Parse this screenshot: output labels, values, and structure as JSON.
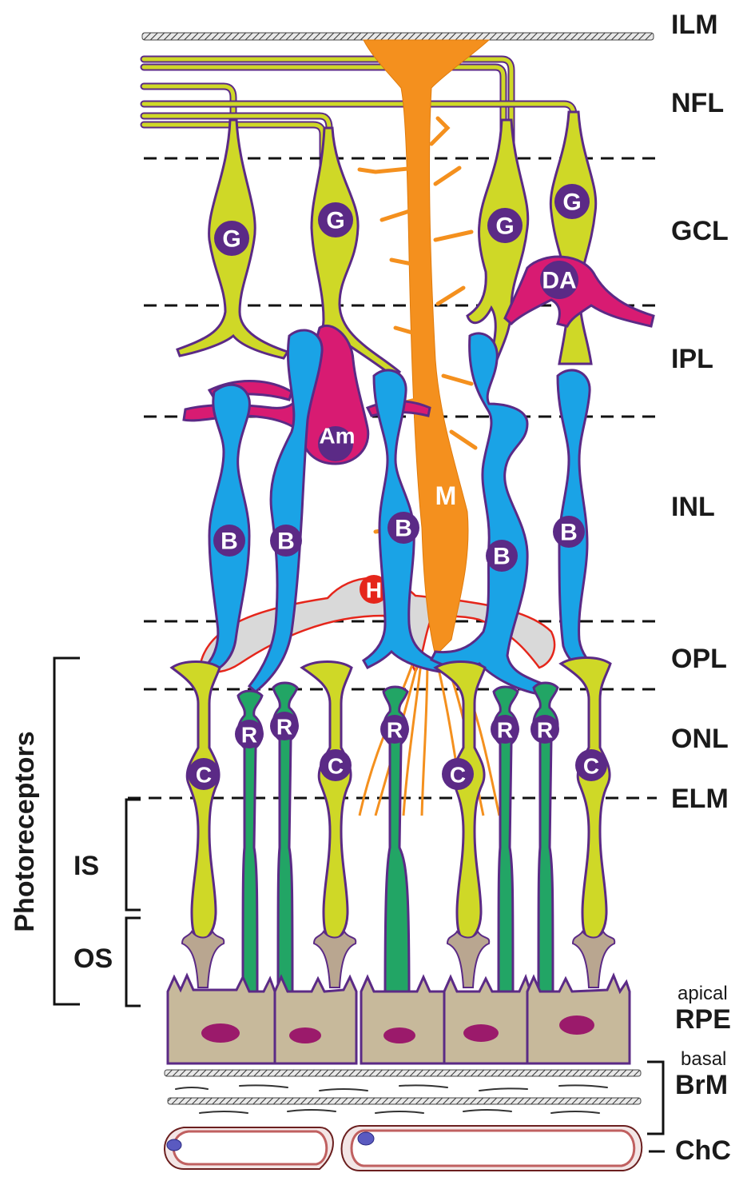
{
  "layers": {
    "ilm": "ILM",
    "nfl": "NFL",
    "gcl": "GCL",
    "ipl": "IPL",
    "inl": "INL",
    "opl": "OPL",
    "onl": "ONL",
    "elm": "ELM",
    "rpe_apical": "apical",
    "rpe": "RPE",
    "brm_basal": "basal",
    "brm": "BrM",
    "chc": "ChC"
  },
  "side": {
    "photoreceptors": "Photoreceptors",
    "is": "IS",
    "os": "OS"
  },
  "cells": {
    "ganglion": "G",
    "displaced_amacrine": "DA",
    "amacrine": "Am",
    "muller": "M",
    "bipolar": "B",
    "horizontal": "H",
    "rod": "R",
    "cone": "C"
  },
  "colors": {
    "ganglion": "#cfd827",
    "bipolar": "#1aa3e6",
    "amacrine": "#d81b72",
    "muller": "#f4901e",
    "rod": "#22a565",
    "cone": "#cfd827",
    "horizontal": "#d9d9d9",
    "rpe": "#c7b99b",
    "outline": "#5b2a86"
  }
}
